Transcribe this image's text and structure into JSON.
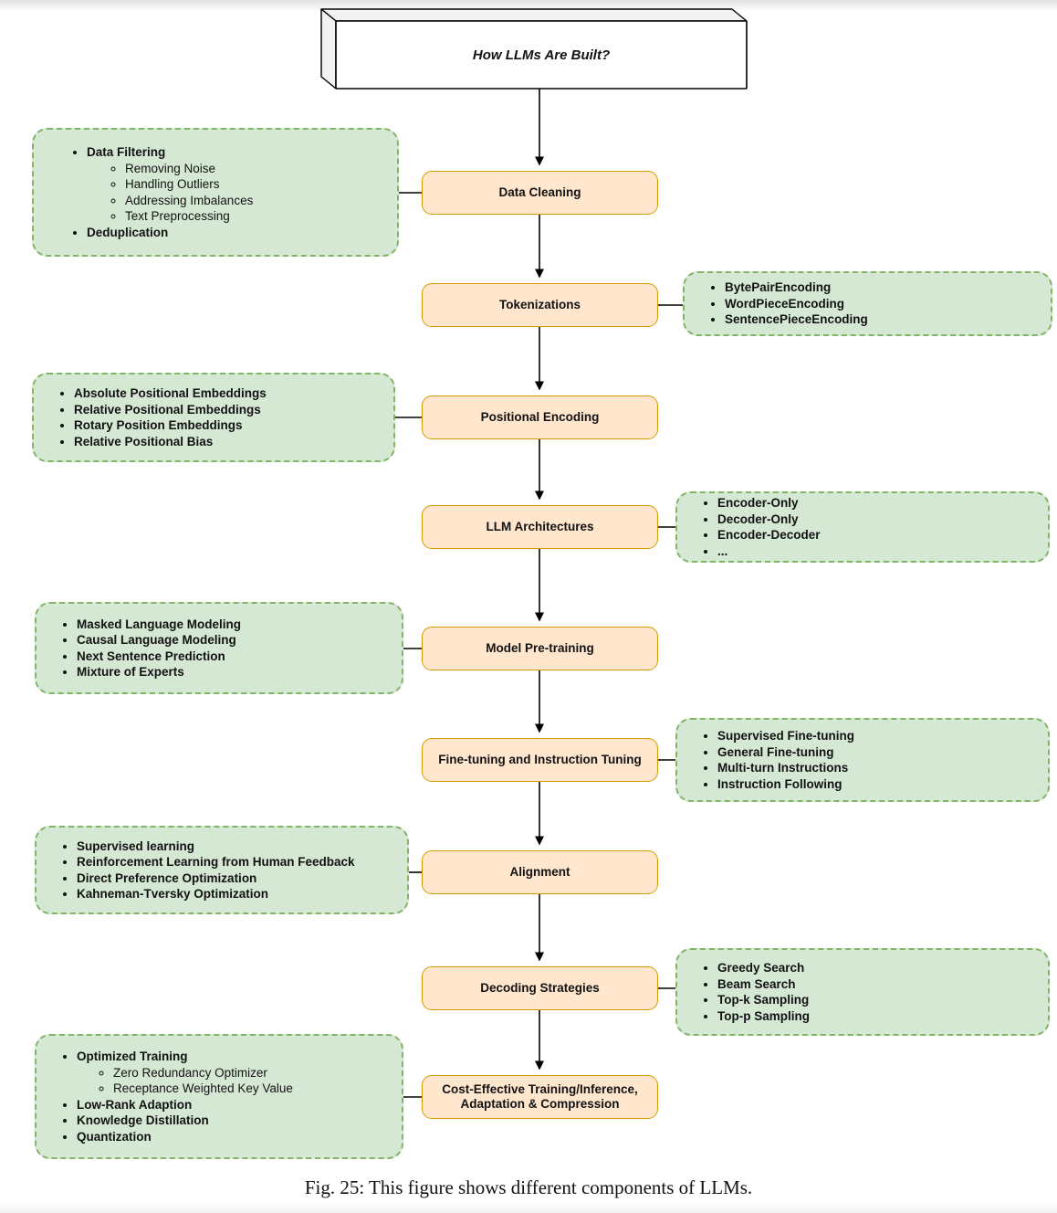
{
  "colors": {
    "orange_fill": "#ffe6cc",
    "orange_border": "#d79b00",
    "green_fill": "#d5e8d4",
    "green_border": "#82b366"
  },
  "title_box": {
    "label": "How LLMs Are Built?"
  },
  "flow_nodes": [
    {
      "label": "Data Cleaning"
    },
    {
      "label": "Tokenizations"
    },
    {
      "label": "Positional Encoding"
    },
    {
      "label": "LLM Architectures"
    },
    {
      "label": "Model Pre-training"
    },
    {
      "label": "Fine-tuning and Instruction Tuning"
    },
    {
      "label": "Alignment"
    },
    {
      "label": "Decoding Strategies"
    },
    {
      "label": "Cost-Effective Training/Inference, Adaptation & Compression"
    }
  ],
  "detail_boxes": [
    {
      "attached_to": "Data Cleaning",
      "side": "left",
      "items": [
        {
          "text": "Data Filtering",
          "sub": [
            "Removing Noise",
            "Handling Outliers",
            "Addressing Imbalances",
            "Text Preprocessing"
          ]
        },
        {
          "text": "Deduplication"
        }
      ]
    },
    {
      "attached_to": "Tokenizations",
      "side": "right",
      "items": [
        {
          "text": "BytePairEncoding"
        },
        {
          "text": "WordPieceEncoding"
        },
        {
          "text": "SentencePieceEncoding"
        }
      ]
    },
    {
      "attached_to": "Positional Encoding",
      "side": "left",
      "items": [
        {
          "text": "Absolute Positional Embeddings"
        },
        {
          "text": "Relative Positional Embeddings"
        },
        {
          "text": "Rotary Position Embeddings"
        },
        {
          "text": "Relative Positional Bias"
        }
      ]
    },
    {
      "attached_to": "LLM Architectures",
      "side": "right",
      "items": [
        {
          "text": "Encoder-Only"
        },
        {
          "text": "Decoder-Only"
        },
        {
          "text": "Encoder-Decoder"
        },
        {
          "text": "..."
        }
      ]
    },
    {
      "attached_to": "Model Pre-training",
      "side": "left",
      "items": [
        {
          "text": "Masked Language Modeling"
        },
        {
          "text": "Causal Language Modeling"
        },
        {
          "text": "Next Sentence Prediction"
        },
        {
          "text": "Mixture of Experts"
        }
      ]
    },
    {
      "attached_to": "Fine-tuning and Instruction Tuning",
      "side": "right",
      "items": [
        {
          "text": "Supervised Fine-tuning"
        },
        {
          "text": "General Fine-tuning"
        },
        {
          "text": "Multi-turn Instructions"
        },
        {
          "text": "Instruction Following"
        }
      ]
    },
    {
      "attached_to": "Alignment",
      "side": "left",
      "items": [
        {
          "text": "Supervised learning"
        },
        {
          "text": "Reinforcement Learning from Human Feedback"
        },
        {
          "text": "Direct Preference Optimization"
        },
        {
          "text": "Kahneman-Tversky Optimization"
        }
      ]
    },
    {
      "attached_to": "Decoding Strategies",
      "side": "right",
      "items": [
        {
          "text": "Greedy Search"
        },
        {
          "text": "Beam Search"
        },
        {
          "text": "Top-k Sampling"
        },
        {
          "text": "Top-p Sampling"
        }
      ]
    },
    {
      "attached_to": "Cost-Effective Training/Inference, Adaptation & Compression",
      "side": "left",
      "items": [
        {
          "text": "Optimized Training",
          "sub": [
            "Zero Redundancy Optimizer",
            "Receptance Weighted Key Value"
          ]
        },
        {
          "text": "Low-Rank Adaption"
        },
        {
          "text": "Knowledge Distillation"
        },
        {
          "text": "Quantization"
        }
      ]
    }
  ],
  "caption": "Fig. 25: This figure shows different components of LLMs."
}
